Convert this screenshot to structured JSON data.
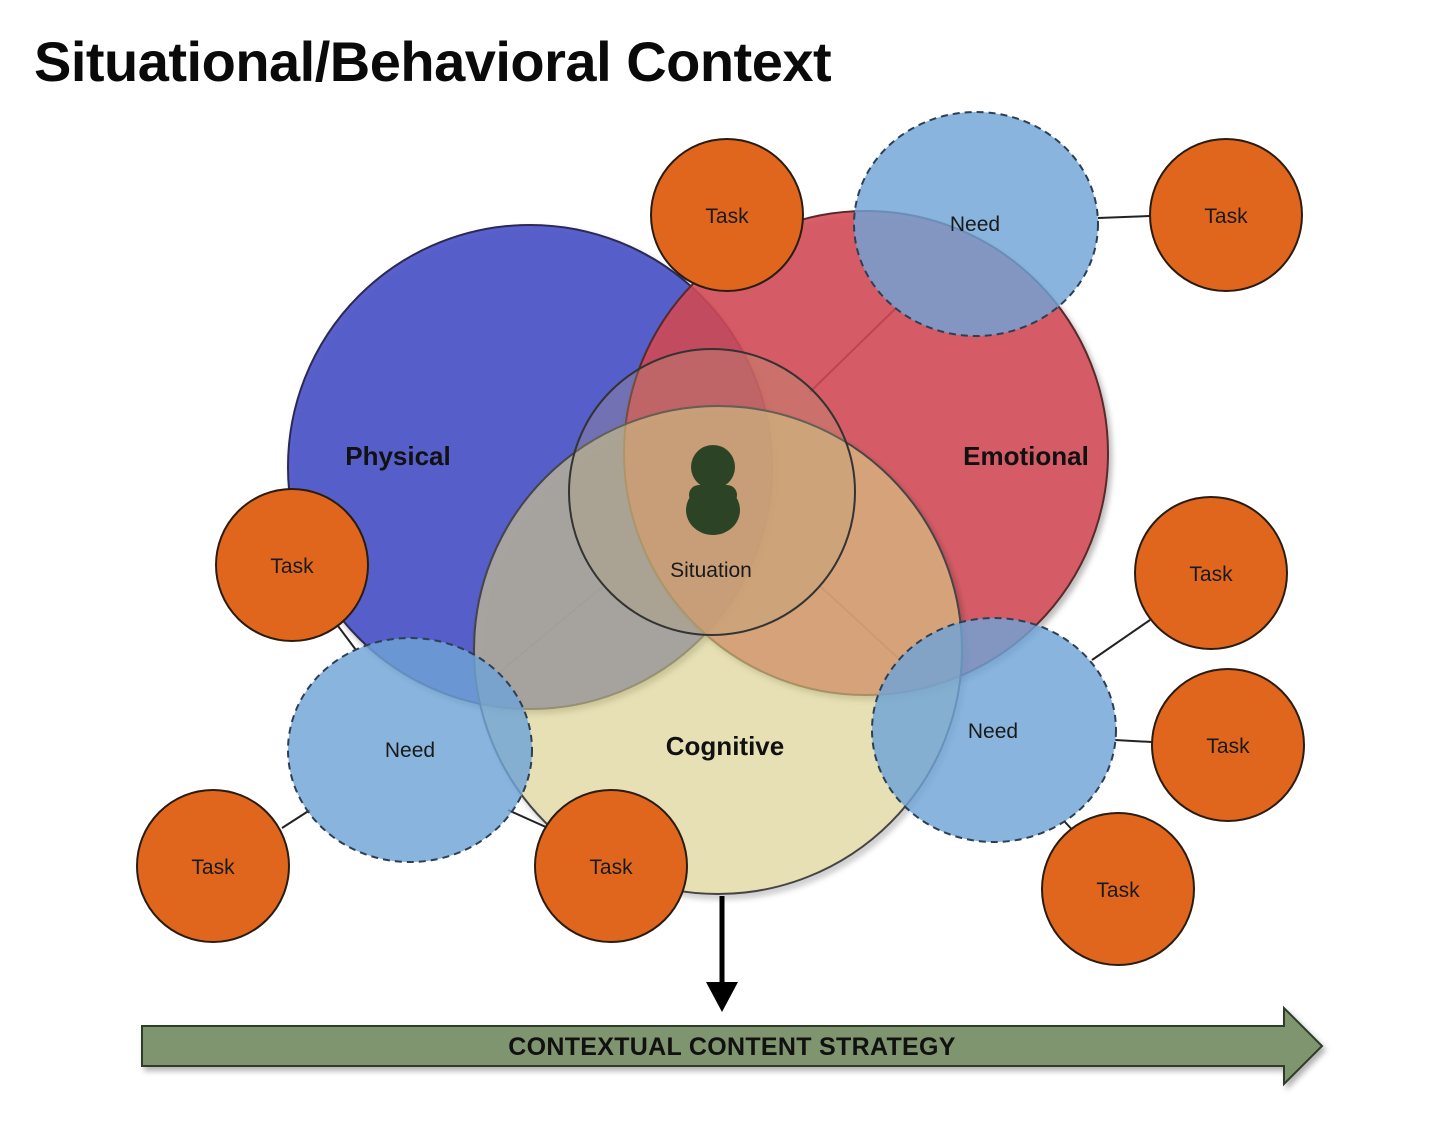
{
  "title": "Situational/Behavioral Context",
  "contexts": {
    "physical": "Physical",
    "emotional": "Emotional",
    "cognitive": "Cognitive",
    "situation": "Situation"
  },
  "labels": {
    "task": "Task",
    "need": "Need"
  },
  "strategy_bar": "CONTEXTUAL CONTENT STRATEGY",
  "colors": {
    "physical": "#4e55c8",
    "emotional": "#d44a55",
    "cognitive": "#e3d98e",
    "need": "#6fa4d6",
    "task": "#e0661e",
    "person": "#2c4425",
    "strategy_bar": "#7e9570"
  }
}
